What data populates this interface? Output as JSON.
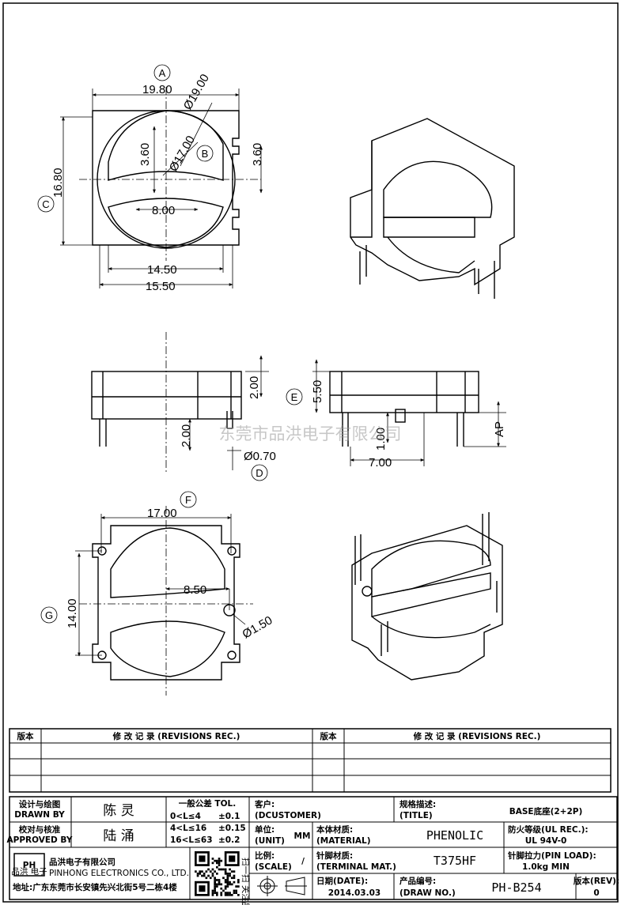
{
  "top_view": {
    "label_a": "A",
    "label_b": "B",
    "label_c": "C",
    "dim_width_outer": "19.80",
    "dim_diameter_19": "Ø19.00",
    "dim_diameter_17": "Ø17.00",
    "dim_3_60_left": "3.60",
    "dim_3_60_right": "3.60",
    "dim_8_00": "8.00",
    "dim_16_80": "16.80",
    "dim_14_50": "14.50",
    "dim_15_50": "15.50"
  },
  "side_view": {
    "dim_2_00_top": "2.00",
    "dim_2_00_left": "2.00",
    "dim_0_70": "Ø0.70",
    "label_d": "D"
  },
  "end_view": {
    "label_e": "E",
    "dim_5_50": "5.50",
    "dim_1_00": "1.00",
    "dim_7_00": "7.00",
    "dim_ap": "AP"
  },
  "bottom_view": {
    "label_f": "F",
    "label_g": "G",
    "dim_17_00": "17.00",
    "dim_8_50": "8.50",
    "dim_14_00": "14.00",
    "dim_1_50": "Ø1.50"
  },
  "watermark": "东莞市品洪电子有限公司",
  "revisions": {
    "col_version": "版本",
    "col_rev": "修 改 记 录 (REVISIONS REC.)"
  },
  "title_block": {
    "designed_by_label": "设计与绘图",
    "drawn_by_label": "DRAWN BY",
    "designer": "陈 灵",
    "checked_label": "校对与核准",
    "approved_label": "APPROVED BY",
    "approver": "陆 涌",
    "tol_title": "一般公差 TOL.",
    "tol_rows": [
      {
        "range": "0<L≤4",
        "value": "±0.1"
      },
      {
        "range": "4<L≤16",
        "value": "±0.15"
      },
      {
        "range": "16<L≤63",
        "value": "±0.2"
      }
    ],
    "customer_label": "客户:",
    "customer_en": "(DCUSTOMER)",
    "spec_label": "规格描述:",
    "spec_en": "(TITLE)",
    "title_value": "BASE底座(2+2P)",
    "unit_label": "单位:",
    "unit_en": "(UNIT)",
    "unit_value": "MM",
    "material_label": "本体材质:",
    "material_en": "(MATERIAL)",
    "material_value": "PHENOLIC",
    "flame_label": "防火等级(UL REC.):",
    "flame_value": "UL 94V-0",
    "scale_label": "比例:",
    "scale_en": "(SCALE)",
    "scale_value": "/",
    "terminal_label": "针脚材质:",
    "terminal_en": "(TERMINAL MAT.)",
    "terminal_value": "T375HF",
    "pinload_label": "针脚拉力(PIN LOAD):",
    "pinload_value": "1.0kg MIN",
    "company_cn": "品洪电子有限公司",
    "company_en": "PINHONG ELECTRONICS CO., LTD.",
    "logo_text": "PH",
    "logo_sub": "品洪 电子",
    "address": "地址:广东东莞市长安镇先兴北街5号二栋4楼",
    "qr_caption": "扫一扫 关注品洪",
    "date_label": "日期(DATE):",
    "date_value": "2014.03.03",
    "drawno_label": "产品编号:",
    "drawno_en": "(DRAW NO.)",
    "drawno_value": "PH-B254",
    "rev_label": "版本(REV):",
    "rev_value": "0"
  }
}
